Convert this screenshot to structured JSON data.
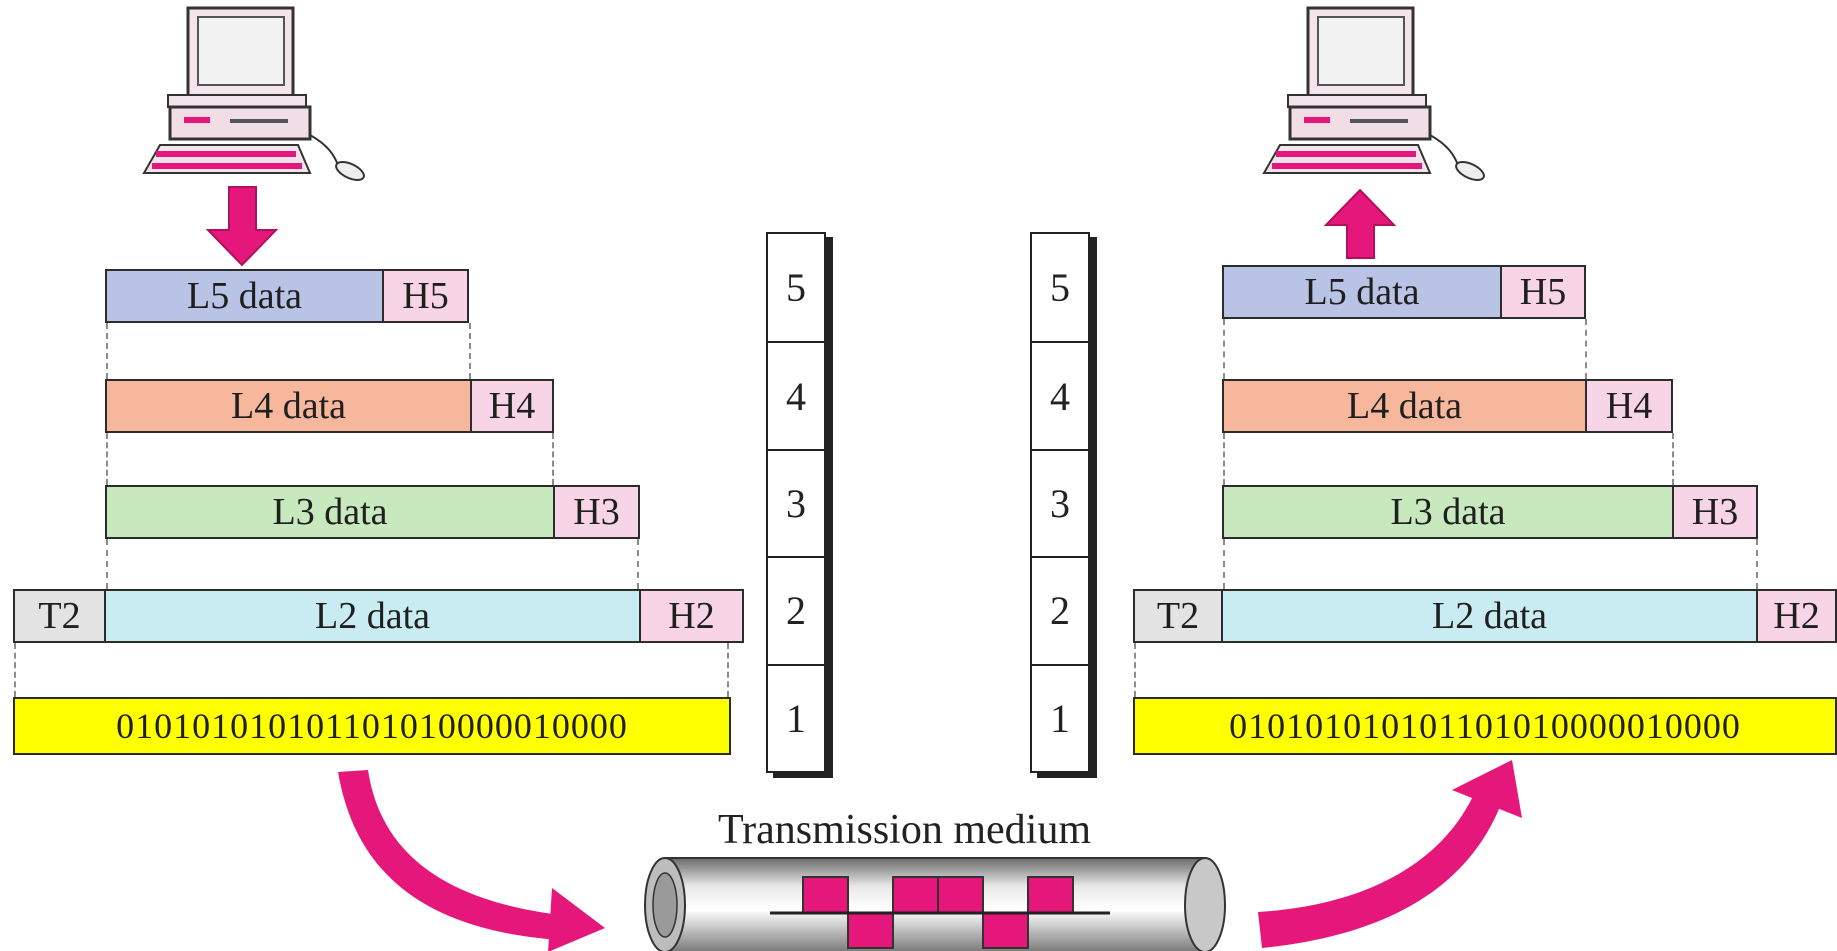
{
  "sender": {
    "rows": [
      {
        "data": "L5 data",
        "header": "H5"
      },
      {
        "data": "L4 data",
        "header": "H4"
      },
      {
        "data": "L3 data",
        "header": "H3"
      },
      {
        "data": "L2 data",
        "header": "H2",
        "trailer": "T2"
      }
    ],
    "bits": "010101010101101010000010000"
  },
  "receiver": {
    "rows": [
      {
        "data": "L5 data",
        "header": "H5"
      },
      {
        "data": "L4 data",
        "header": "H4"
      },
      {
        "data": "L3 data",
        "header": "H3"
      },
      {
        "data": "L2 data",
        "header": "H2",
        "trailer": "T2"
      }
    ],
    "bits": "010101010101101010000010000"
  },
  "left_stack": [
    "5",
    "4",
    "3",
    "2",
    "1"
  ],
  "right_stack": [
    "5",
    "4",
    "3",
    "2",
    "1"
  ],
  "medium": {
    "label": "Transmission medium"
  },
  "colors": {
    "l5": "#b9c3e6",
    "l4": "#f7b79c",
    "l3": "#c8e8bd",
    "l2": "#c9ecf2",
    "header": "#f7d5e6",
    "trailer": "#e3e3e3",
    "bits": "#ffff00",
    "arrow": "#e6177a"
  },
  "icons": {
    "computer": "desktop-computer-icon"
  }
}
